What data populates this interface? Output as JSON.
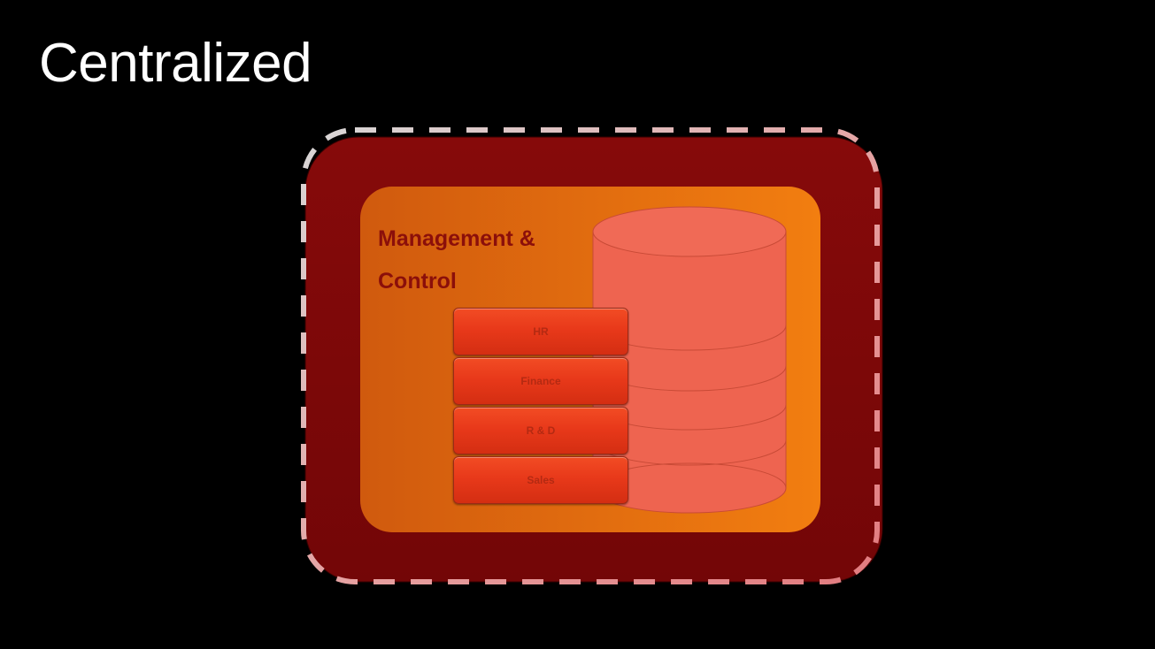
{
  "title": "Centralized",
  "container": {
    "label_line1": "Management &",
    "label_line2": "Control"
  },
  "departments": [
    "HR",
    "Finance",
    "R & D",
    "Sales"
  ],
  "colors": {
    "background": "#000000",
    "outer_box": "#7b0708",
    "inner_box_left": "#d55b0c",
    "inner_box_right": "#f07c12",
    "database": "#ee6450",
    "department_button": "#e8391a",
    "label_text": "#8b0f0a"
  }
}
